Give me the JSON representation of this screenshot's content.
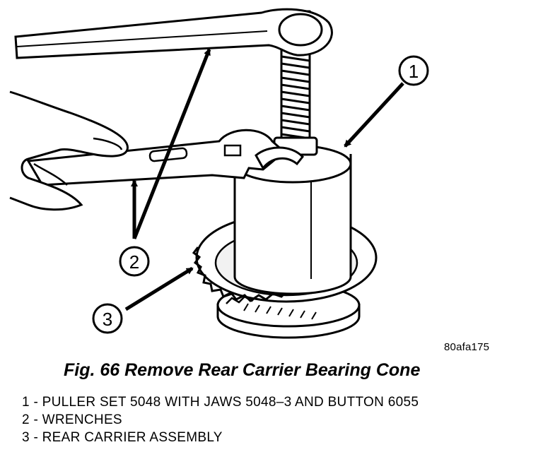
{
  "callouts": [
    {
      "number": "1"
    },
    {
      "number": "2"
    },
    {
      "number": "3"
    }
  ],
  "image_code": "80afa175",
  "caption": "Fig. 66 Remove Rear Carrier Bearing Cone",
  "legend": [
    "1 - PULLER SET 5048 WITH JAWS 5048–3 AND BUTTON 6055",
    "2 - WRENCHES",
    "3 - REAR CARRIER ASSEMBLY"
  ],
  "colors": {
    "line": "#000000",
    "paper": "#ffffff",
    "shade": "#d9d9d9"
  },
  "icons": {
    "callout_marker": "circle-number",
    "leader": "arrow"
  }
}
